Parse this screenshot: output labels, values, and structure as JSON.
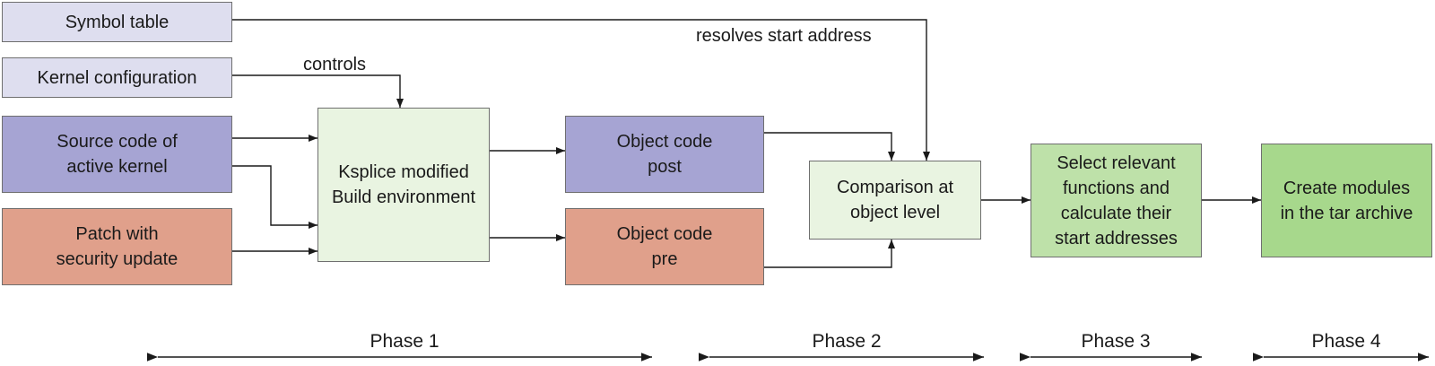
{
  "colors": {
    "lavender": "#dedeef",
    "purple": "#a6a4d3",
    "salmon": "#e0a08b",
    "mint": "#e9f4e1",
    "light_green": "#bee1a9",
    "green": "#a7d88c",
    "line": "#1a1a1a"
  },
  "boxes": {
    "symbol_table": "Symbol table",
    "kernel_config": "Kernel configuration",
    "source_code": "Source code of\nactive kernel",
    "patch": "Patch with\nsecurity update",
    "ksplice": "Ksplice modified\nBuild environment",
    "obj_post": "Object code\npost",
    "obj_pre": "Object code\npre",
    "comparison": "Comparison at\nobject level",
    "select": "Select relevant\nfunctions and\ncalculate their\nstart addresses",
    "create": "Create modules\nin the tar archive"
  },
  "edge_labels": {
    "controls": "controls",
    "resolves": "resolves start address"
  },
  "phases": [
    "Phase 1",
    "Phase  2",
    "Phase  3",
    "Phase  4"
  ]
}
